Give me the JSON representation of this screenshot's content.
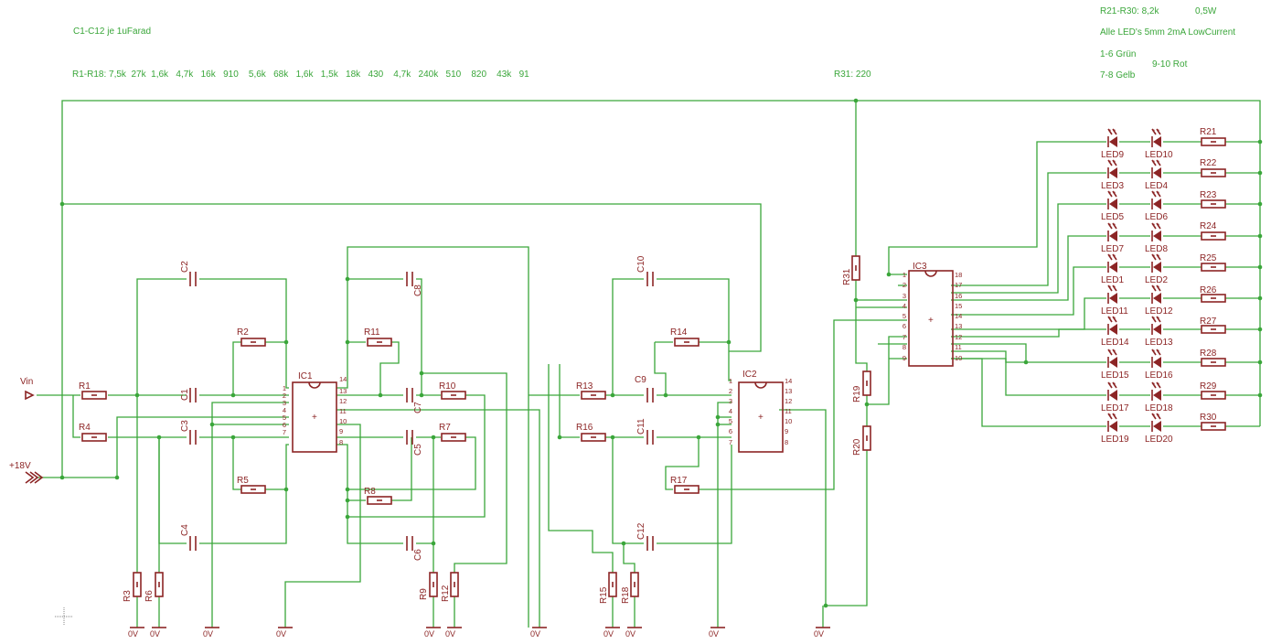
{
  "notes": {
    "caps": "C1-C12 je 1uFarad",
    "res1": "R1-R18: 7,5k  27k  1,6k   4,7k   16k   910    5,6k   68k   1,6k   1,5k   18k   430    4,7k   240k   510    820    43k   91",
    "r31": "R31: 220",
    "r21": "R21-R30: 8,2k",
    "watt": "0,5W",
    "leds": "Alle LED's  5mm 2mA LowCurrent",
    "gruen": "1-6 Grün",
    "rot": "9-10 Rot",
    "gelb": "7-8 Gelb"
  },
  "ports": {
    "vin": "Vin",
    "vcc": "+18V"
  },
  "gnd": "0V",
  "ics": {
    "ic1": "IC1",
    "ic2": "IC2",
    "ic3": "IC3"
  },
  "res": {
    "R1": "R1",
    "R2": "R2",
    "R3": "R3",
    "R4": "R4",
    "R5": "R5",
    "R6": "R6",
    "R7": "R7",
    "R8": "R8",
    "R9": "R9",
    "R10": "R10",
    "R11": "R11",
    "R12": "R12",
    "R13": "R13",
    "R14": "R14",
    "R15": "R15",
    "R16": "R16",
    "R17": "R17",
    "R18": "R18",
    "R19": "R19",
    "R20": "R20",
    "R21": "R21",
    "R22": "R22",
    "R23": "R23",
    "R24": "R24",
    "R25": "R25",
    "R26": "R26",
    "R27": "R27",
    "R28": "R28",
    "R29": "R29",
    "R30": "R30",
    "R31": "R31"
  },
  "caps": {
    "C1": "C1",
    "C2": "C2",
    "C3": "C3",
    "C4": "C4",
    "C5": "C5",
    "C6": "C6",
    "C7": "C7",
    "C8": "C8",
    "C9": "C9",
    "C10": "C10",
    "C11": "C11",
    "C12": "C12"
  },
  "leds": {
    "LED1": "LED1",
    "LED2": "LED2",
    "LED3": "LED3",
    "LED4": "LED4",
    "LED5": "LED5",
    "LED6": "LED6",
    "LED7": "LED7",
    "LED8": "LED8",
    "LED9": "LED9",
    "LED10": "LED10",
    "LED11": "LED11",
    "LED12": "LED12",
    "LED13": "LED13",
    "LED14": "LED14",
    "LED15": "LED15",
    "LED16": "LED16",
    "LED17": "LED17",
    "LED18": "LED18",
    "LED19": "LED19",
    "LED20": "LED20"
  },
  "pins": {
    "p1": "1",
    "p2": "2",
    "p3": "3",
    "p4": "4",
    "p5": "5",
    "p6": "6",
    "p7": "7",
    "p8": "8",
    "p9": "9",
    "p10": "10",
    "p11": "11",
    "p12": "12",
    "p13": "13",
    "p14": "14",
    "p15": "15",
    "p16": "16",
    "p17": "17",
    "p18": "18"
  }
}
